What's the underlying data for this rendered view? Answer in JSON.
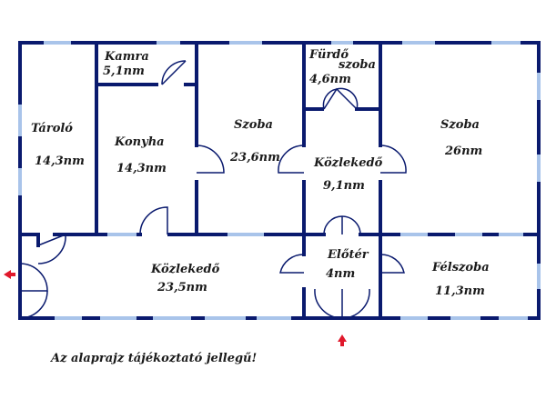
{
  "plan": {
    "rooms": [
      {
        "id": "kamra",
        "name": "Kamra",
        "area": "5,1nm"
      },
      {
        "id": "furdo",
        "name": "Fürdő",
        "area": "4,6nm",
        "name2": "szoba"
      },
      {
        "id": "tarolo",
        "name": "Tároló",
        "area": "14,3nm"
      },
      {
        "id": "konyha",
        "name": "Konyha",
        "area": "14,3nm"
      },
      {
        "id": "szoba-mid",
        "name": "Szoba",
        "area": "23,6nm"
      },
      {
        "id": "szoba-right",
        "name": "Szoba",
        "area": "26nm"
      },
      {
        "id": "kozlekedo-1",
        "name": "Közlekedő",
        "area": "9,1nm"
      },
      {
        "id": "kozlekedo-2",
        "name": "Közlekedő",
        "area": "23,5nm"
      },
      {
        "id": "eloter",
        "name": "Előtér",
        "area": "4nm"
      },
      {
        "id": "felszoba",
        "name": "Félszoba",
        "area": "11,3nm"
      }
    ],
    "note": "Az alaprajz tájékoztató jellegű!",
    "colors": {
      "wall": "#0a1a6e",
      "window": "#a9c4ea",
      "entrance_arrow": "#e0182b"
    }
  }
}
